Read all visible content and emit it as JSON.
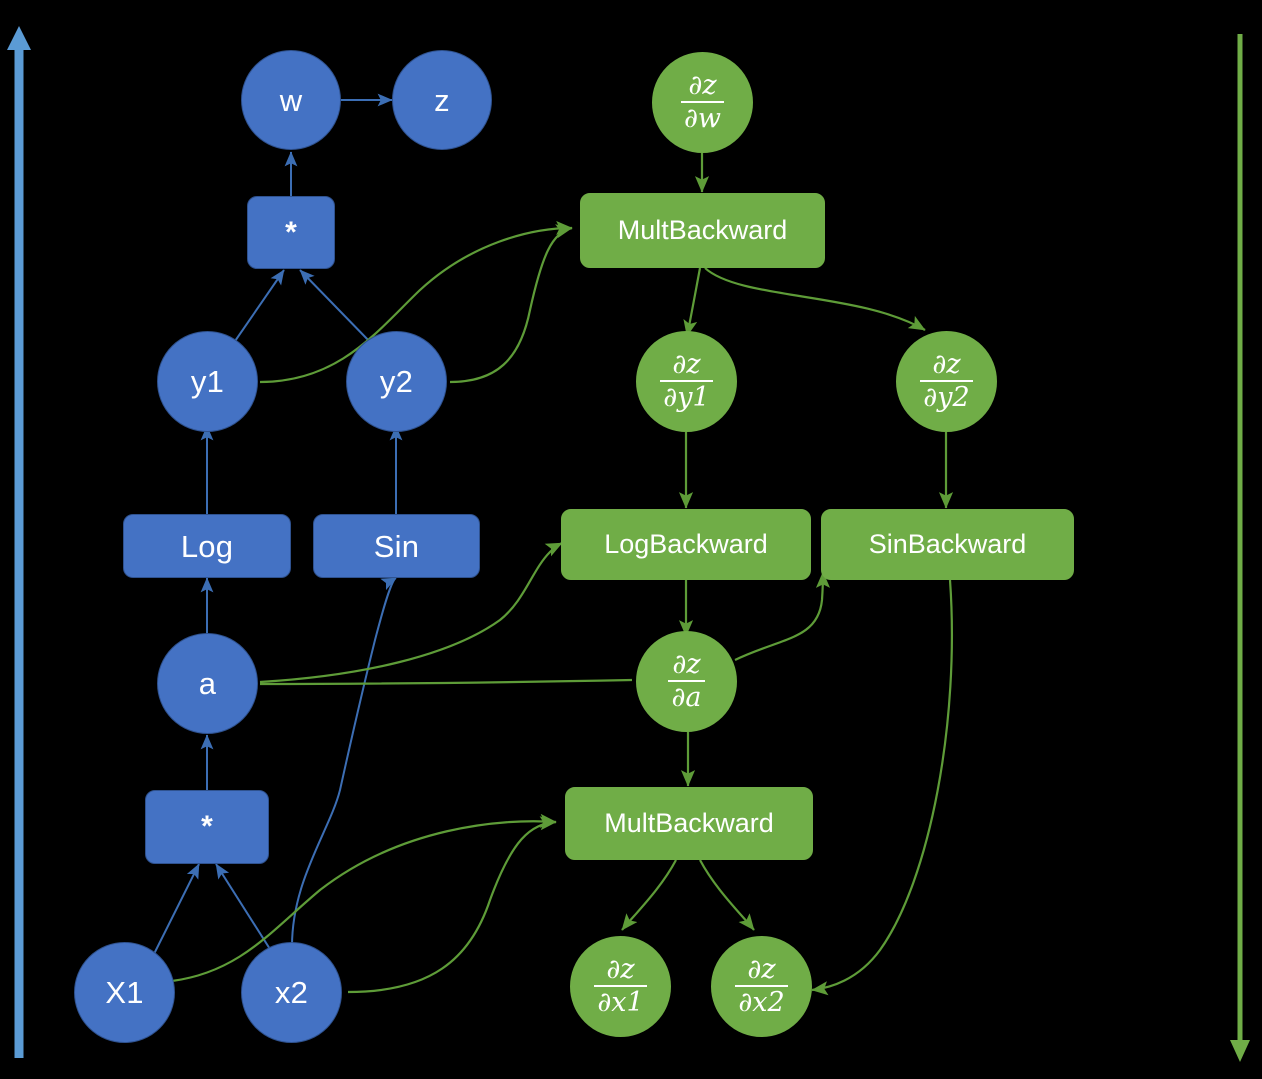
{
  "diagram": {
    "title": "Forward and backward computational graph",
    "background": "#000000",
    "forward_color": "#4472C4",
    "forward_border_color": "#2F528F",
    "backward_color": "#70AD47",
    "forward_arrow_color": "#5B9BD5",
    "backward_arrow_color": "#70AD47"
  },
  "side_arrows": {
    "left": {
      "name": "forward-pass-arrow",
      "direction": "up",
      "color": "#5B9BD5"
    },
    "right": {
      "name": "backward-pass-arrow",
      "direction": "down",
      "color": "#70AD47"
    }
  },
  "forward_nodes": [
    {
      "id": "w",
      "label": "w",
      "shape": "circle"
    },
    {
      "id": "z",
      "label": "z",
      "shape": "circle"
    },
    {
      "id": "mul1",
      "label": "*",
      "shape": "box"
    },
    {
      "id": "y1",
      "label": "y1",
      "shape": "circle"
    },
    {
      "id": "y2",
      "label": "y2",
      "shape": "circle"
    },
    {
      "id": "log",
      "label": "Log",
      "shape": "box"
    },
    {
      "id": "sin",
      "label": "Sin",
      "shape": "box"
    },
    {
      "id": "a",
      "label": "a",
      "shape": "circle"
    },
    {
      "id": "mul2",
      "label": "*",
      "shape": "box"
    },
    {
      "id": "x1",
      "label": "X1",
      "shape": "circle"
    },
    {
      "id": "x2",
      "label": "x2",
      "shape": "circle"
    }
  ],
  "backward_nodes": [
    {
      "id": "dz_dw",
      "numerator": "∂z",
      "denominator": "∂w",
      "shape": "circle"
    },
    {
      "id": "dz_dy1",
      "numerator": "∂z",
      "denominator": "∂y1",
      "shape": "circle"
    },
    {
      "id": "dz_dy2",
      "numerator": "∂z",
      "denominator": "∂y2",
      "shape": "circle"
    },
    {
      "id": "dz_da",
      "numerator": "∂z",
      "denominator": "∂a",
      "shape": "circle"
    },
    {
      "id": "dz_dx1",
      "numerator": "∂z",
      "denominator": "∂x1",
      "shape": "circle"
    },
    {
      "id": "dz_dx2",
      "numerator": "∂z",
      "denominator": "∂x2",
      "shape": "circle"
    }
  ],
  "backward_ops": [
    {
      "id": "multbackward_top",
      "label": "MultBackward",
      "shape": "box"
    },
    {
      "id": "logbackward",
      "label": "LogBackward",
      "shape": "box"
    },
    {
      "id": "sinbackward",
      "label": "SinBackward",
      "shape": "box"
    },
    {
      "id": "multbackward_bottom",
      "label": "MultBackward",
      "shape": "box"
    }
  ],
  "labels": {
    "w": "w",
    "z": "z",
    "mul1": "*",
    "y1": "y1",
    "y2": "y2",
    "log": "Log",
    "sin": "Sin",
    "a": "a",
    "mul2": "*",
    "x1": "X1",
    "x2": "x2",
    "multbackward_top": "MultBackward",
    "logbackward": "LogBackward",
    "sinbackward": "SinBackward",
    "multbackward_bottom": "MultBackward",
    "dz_num": "∂z",
    "dz_dw_den": "∂w",
    "dz_dy1_den": "∂y1",
    "dz_dy2_den": "∂y2",
    "dz_da_den": "∂a",
    "dz_dx1_den": "∂x1",
    "dz_dx2_den": "∂x2"
  }
}
